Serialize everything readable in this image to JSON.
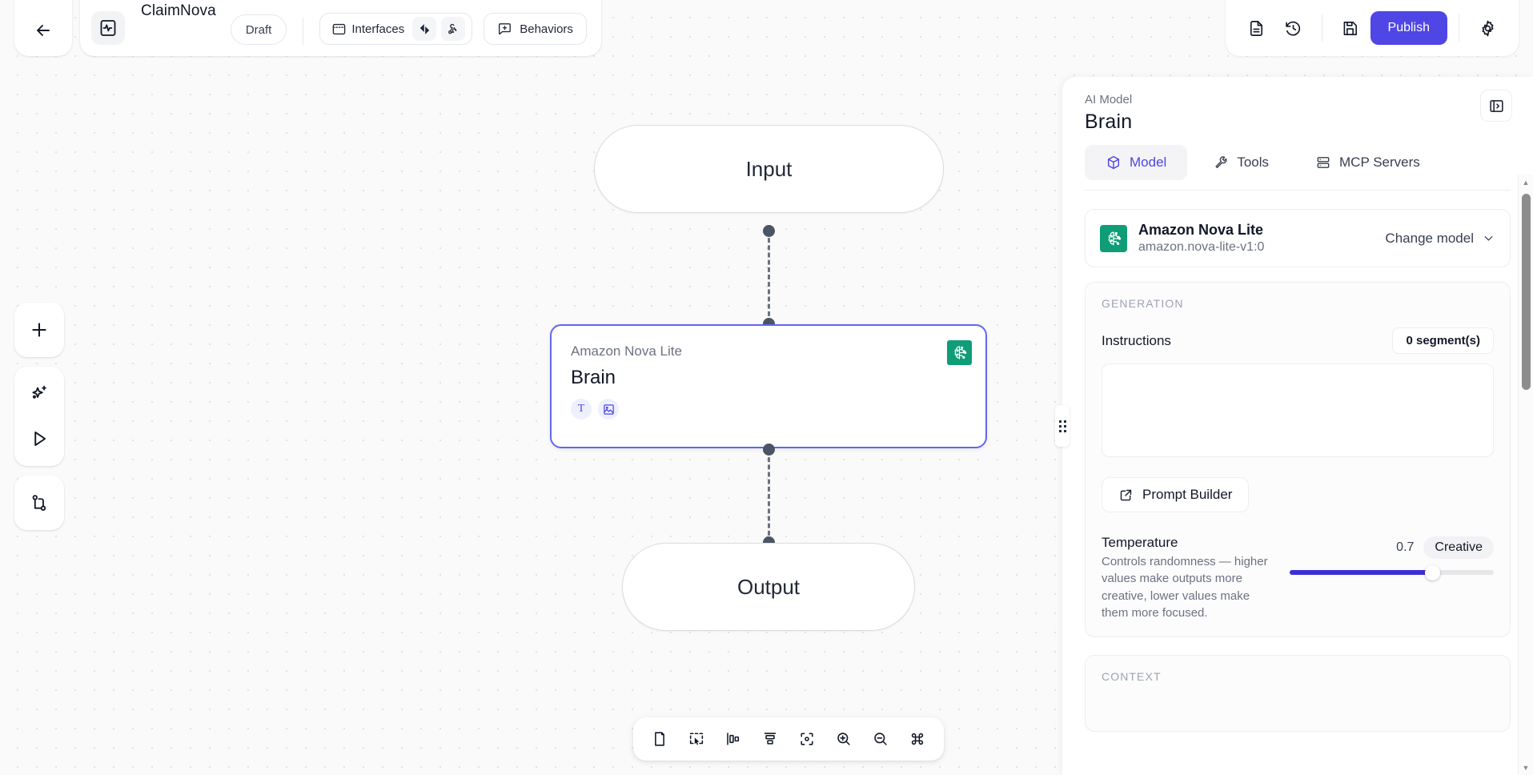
{
  "topbar": {
    "back_icon": "arrow-left-icon",
    "logo_icon": "activity-pulse-icon",
    "app_title": "ClaimNova",
    "status_label": "Draft",
    "interfaces": {
      "label": "Interfaces",
      "icons": [
        "code-diamond-icon",
        "webhook-icon"
      ]
    },
    "behaviors": {
      "label": "Behaviors",
      "icon": "message-plus-icon"
    },
    "right_actions": [
      {
        "name": "document-icon",
        "label": ""
      },
      {
        "name": "history-icon",
        "label": ""
      },
      {
        "name": "save-icon",
        "label": ""
      }
    ],
    "publish_label": "Publish",
    "settings_icon": "gear-icon",
    "accent_color": "#4f46e5"
  },
  "left_rail": {
    "groups": [
      {
        "items": [
          {
            "icon": "plus-icon",
            "name": "add-node-button"
          }
        ]
      },
      {
        "items": [
          {
            "icon": "sparkles-plus-icon",
            "name": "ai-generate-button"
          },
          {
            "icon": "play-icon",
            "name": "run-button"
          }
        ]
      },
      {
        "items": [
          {
            "icon": "git-branch-icon",
            "name": "versions-button"
          }
        ]
      }
    ]
  },
  "canvas": {
    "nodes": [
      {
        "id": "input",
        "label": "Input",
        "type": "pill"
      },
      {
        "id": "brain",
        "subtitle": "Amazon Nova Lite",
        "label": "Brain",
        "type": "card",
        "capabilities": [
          "text-capability-icon",
          "image-capability-icon"
        ],
        "brand_icon": "nova-brain-circuit-icon",
        "brand_color": "#0f9d78",
        "selected": true
      },
      {
        "id": "output",
        "label": "Output",
        "type": "pill"
      }
    ],
    "edges": [
      {
        "from": "input",
        "to": "brain"
      },
      {
        "from": "brain",
        "to": "output"
      }
    ]
  },
  "bottom_toolbar": {
    "buttons": [
      {
        "name": "new-page-icon"
      },
      {
        "name": "select-area-icon"
      },
      {
        "name": "align-horizontal-icon"
      },
      {
        "name": "align-vertical-icon"
      },
      {
        "name": "fit-to-view-icon"
      },
      {
        "name": "zoom-in-icon"
      },
      {
        "name": "zoom-out-icon"
      },
      {
        "name": "command-key-icon"
      }
    ]
  },
  "panel": {
    "eyebrow": "AI Model",
    "title": "Brain",
    "collapse_icon": "panel-collapse-icon",
    "tabs": [
      {
        "label": "Model",
        "icon": "cube-icon",
        "active": true
      },
      {
        "label": "Tools",
        "icon": "wrench-icon",
        "active": false
      },
      {
        "label": "MCP Servers",
        "icon": "server-icon",
        "active": false
      }
    ],
    "model_card": {
      "icon": "nova-brain-circuit-icon",
      "icon_color": "#0f9d78",
      "name": "Amazon Nova Lite",
      "identifier": "amazon.nova-lite-v1:0",
      "change_label": "Change model",
      "chevron_icon": "chevron-down-icon"
    },
    "generation": {
      "section_title": "GENERATION",
      "instructions_label": "Instructions",
      "segments_badge": "0 segment(s)",
      "instructions_value": "",
      "instructions_placeholder": "",
      "prompt_builder_label": "Prompt Builder",
      "prompt_builder_icon": "external-link-icon",
      "temperature": {
        "label": "Temperature",
        "description": "Controls randomness — higher values make outputs more creative, lower values make them more focused.",
        "value": "0.7",
        "tag": "Creative",
        "percent": 70,
        "fill_color": "#3b30d6"
      }
    },
    "context": {
      "section_title": "CONTEXT"
    }
  },
  "scrollbar": {
    "up_arrow": "▲",
    "down_arrow": "▼"
  }
}
